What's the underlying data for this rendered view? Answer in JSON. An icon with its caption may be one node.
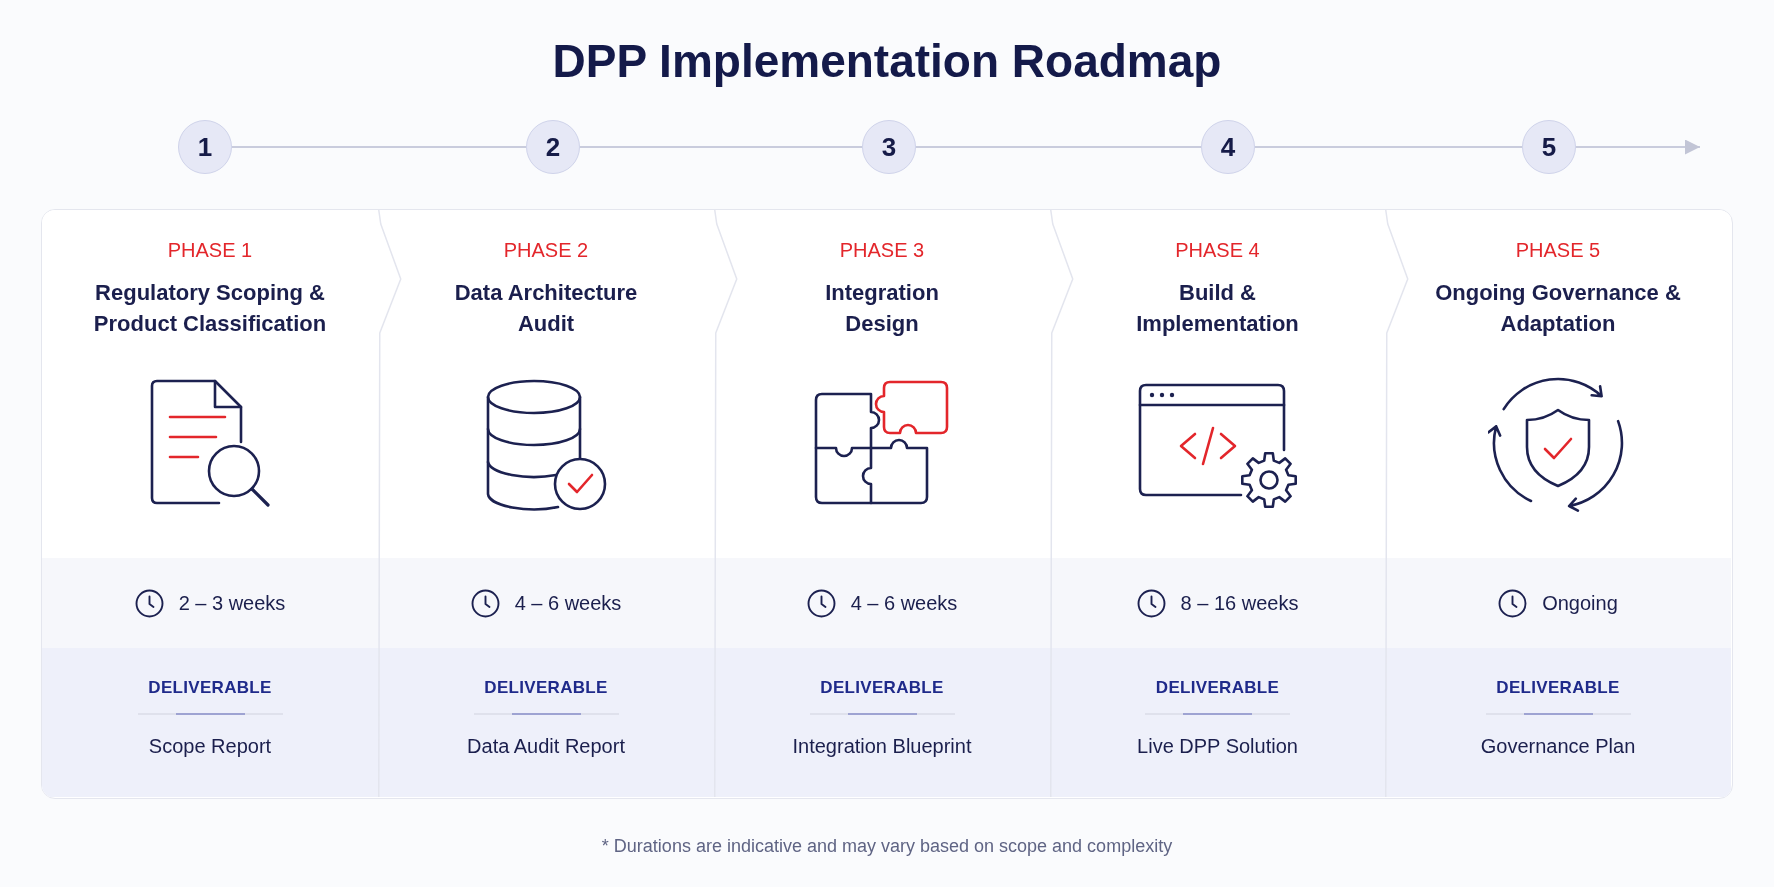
{
  "diagram": {
    "title": "DPP Implementation Roadmap",
    "nodes": [
      {
        "text": [
          "1"
        ]
      },
      {
        "text": [
          "2"
        ]
      },
      {
        "text": [
          "3"
        ]
      },
      {
        "text": [
          "4"
        ]
      },
      {
        "text": [
          "5"
        ]
      },
      {
        "text": [
          "PHASE 1",
          "Regulatory Scoping & Product Classification"
        ]
      },
      {
        "text": [
          "2 – 3 weeks"
        ],
        "in": 5
      },
      {
        "text": [
          "DELIVERABLE",
          "Scope Report"
        ],
        "in": 5
      },
      {
        "text": [
          "PHASE 2",
          "Data Architecture Audit"
        ]
      },
      {
        "text": [
          "4 – 6 weeks"
        ],
        "in": 8
      },
      {
        "text": [
          "DELIVERABLE",
          "Data Audit Report"
        ],
        "in": 8
      },
      {
        "text": [
          "PHASE 3",
          "Integration Design"
        ]
      },
      {
        "text": [
          "4 – 6 weeks"
        ],
        "in": 11
      },
      {
        "text": [
          "DELIVERABLE",
          "Integration Blueprint"
        ],
        "in": 11
      },
      {
        "text": [
          "PHASE 4",
          "Build & Implementation"
        ]
      },
      {
        "text": [
          "8 – 16 weeks"
        ],
        "in": 14
      },
      {
        "text": [
          "DELIVERABLE",
          "Live DPP Solution"
        ],
        "in": 14
      },
      {
        "text": [
          "PHASE 5",
          "Ongoing Governance & Adaptation"
        ]
      },
      {
        "text": [
          "Ongoing"
        ],
        "in": 17
      },
      {
        "text": [
          "DELIVERABLE",
          "Governance Plan"
        ],
        "in": 17
      }
    ],
    "edges": [
      {
        "from": 0,
        "to": 1,
        "arrow": "none"
      },
      {
        "from": 1,
        "to": 2,
        "arrow": "none"
      },
      {
        "from": 2,
        "to": 3,
        "arrow": "none"
      },
      {
        "from": 3,
        "to": 4,
        "arrow": "none"
      },
      {
        "from": 4,
        "to": null,
        "arrow": "to"
      }
    ],
    "labels": [
      "* Durations are indicative and may vary based on scope and complexity"
    ]
  }
}
